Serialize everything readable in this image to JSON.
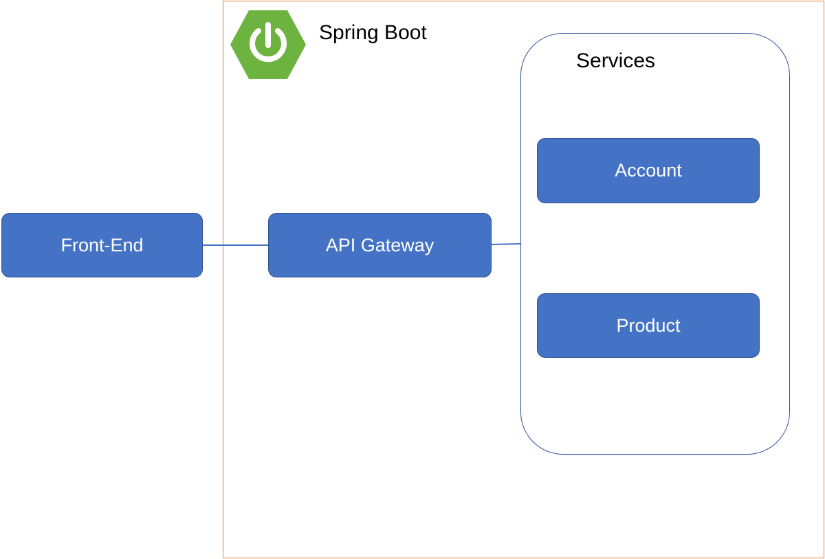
{
  "spring_boot": {
    "title": "Spring Boot",
    "border_color": "#ED7D31",
    "logo_icon": "spring-power-icon",
    "logo_color": "#6DB33F"
  },
  "services": {
    "title": "Services",
    "border_color": "#2F4F9F"
  },
  "nodes": {
    "front_end": "Front-End",
    "api_gateway": "API Gateway",
    "account": "Account",
    "product": "Product",
    "fill_color": "#4472C4"
  },
  "connectors": [
    {
      "from": "Front-End",
      "to": "API Gateway"
    },
    {
      "from": "API Gateway",
      "to": "Services"
    }
  ]
}
